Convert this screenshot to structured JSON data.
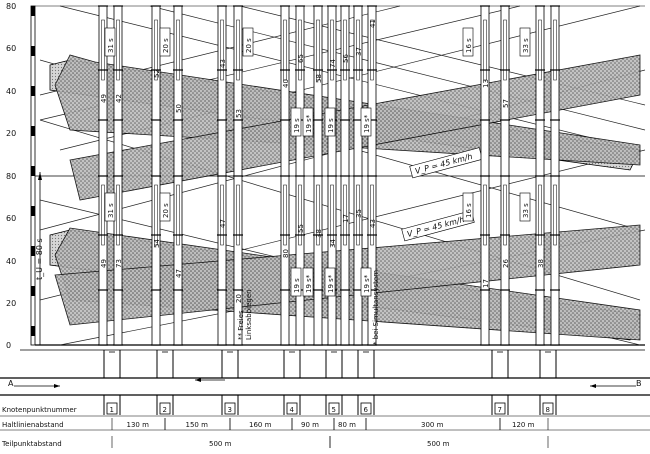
{
  "axis": {
    "ticks": [
      "0",
      "20",
      "40",
      "60",
      "80",
      "20",
      "40",
      "60",
      "80"
    ],
    "cycle_label": "t_U = 80 s"
  },
  "bands": {
    "upper_speed": "V_P = 45 km/h",
    "lower_speed": "V_P = 45 km/h"
  },
  "cycle_notes": [
    {
      "text": "31 s"
    },
    {
      "text": "20 s"
    },
    {
      "text": "20 s"
    },
    {
      "text": "16 s"
    },
    {
      "text": "33 s"
    },
    {
      "text": "19 s"
    },
    {
      "text": "19 s*"
    },
    {
      "text": "19 s"
    },
    {
      "text": "19 s*"
    },
    {
      "text": "31 s"
    },
    {
      "text": "20 s"
    },
    {
      "text": "16 s"
    },
    {
      "text": "33 s"
    },
    {
      "text": "19 s"
    },
    {
      "text": "19 s*"
    },
    {
      "text": "19 s*"
    },
    {
      "text": "19 s*"
    }
  ],
  "signal_numbers": [
    "49",
    "42",
    "52",
    "50",
    "43",
    "53",
    "40",
    "65",
    "58",
    "74",
    "56",
    "37",
    "41",
    "13",
    "57",
    "49",
    "73",
    "54",
    "47",
    "47",
    "20",
    "80",
    "55",
    "38",
    "34",
    "17",
    "35",
    "43",
    "17",
    "26",
    "38"
  ],
  "notes": {
    "left_note_1": "** Freies",
    "left_note_2": "Linksabbiegen",
    "right_note": "* bei Simultansystem"
  },
  "map": {
    "dir_a": "A",
    "dir_b": "B"
  },
  "table": {
    "row1_label": "Knotenpunktnummer",
    "row2_label": "Haltlinienabstand",
    "row3_label": "Teilpunktabstand",
    "nodes": [
      "1",
      "2",
      "3",
      "4",
      "5",
      "6",
      "7",
      "8"
    ],
    "distances": [
      "130 m",
      "150 m",
      "160 m",
      "90 m",
      "80 m",
      "300 m",
      "120 m"
    ],
    "sections": [
      "500 m",
      "500 m"
    ]
  }
}
